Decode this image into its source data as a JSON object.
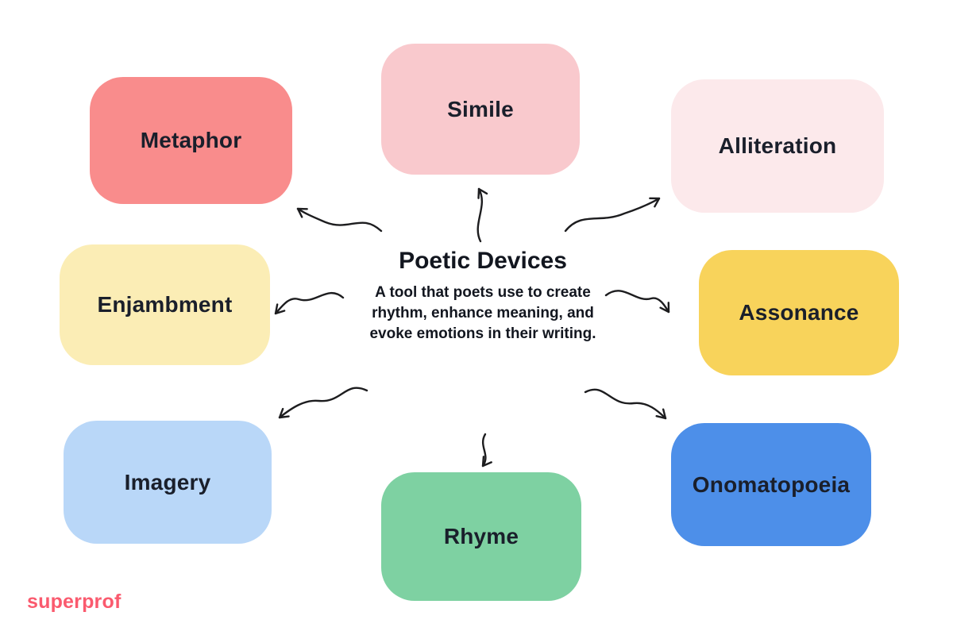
{
  "center": {
    "title": "Poetic Devices",
    "description": "A tool that poets use to create rhythm, enhance meaning, and evoke emotions in their writing."
  },
  "nodes": [
    {
      "id": "metaphor",
      "label": "Metaphor",
      "color": "#F98C8C"
    },
    {
      "id": "simile",
      "label": "Simile",
      "color": "#F9C9CD"
    },
    {
      "id": "alliteration",
      "label": "Alliteration",
      "color": "#FCE9EB"
    },
    {
      "id": "enjambment",
      "label": "Enjambment",
      "color": "#FBEDB5"
    },
    {
      "id": "assonance",
      "label": "Assonance",
      "color": "#F8D35B"
    },
    {
      "id": "imagery",
      "label": "Imagery",
      "color": "#B9D7F8"
    },
    {
      "id": "rhyme",
      "label": "Rhyme",
      "color": "#7ED1A2"
    },
    {
      "id": "onomatopoeia",
      "label": "Onomatopoeia",
      "color": "#4D8FE9"
    }
  ],
  "colors": {
    "arrow": "#1d1d1f",
    "brand": "#FA5A6E",
    "label_text": "#1a1f2b",
    "background": "#ffffff"
  },
  "brand": {
    "name": "superprof"
  }
}
